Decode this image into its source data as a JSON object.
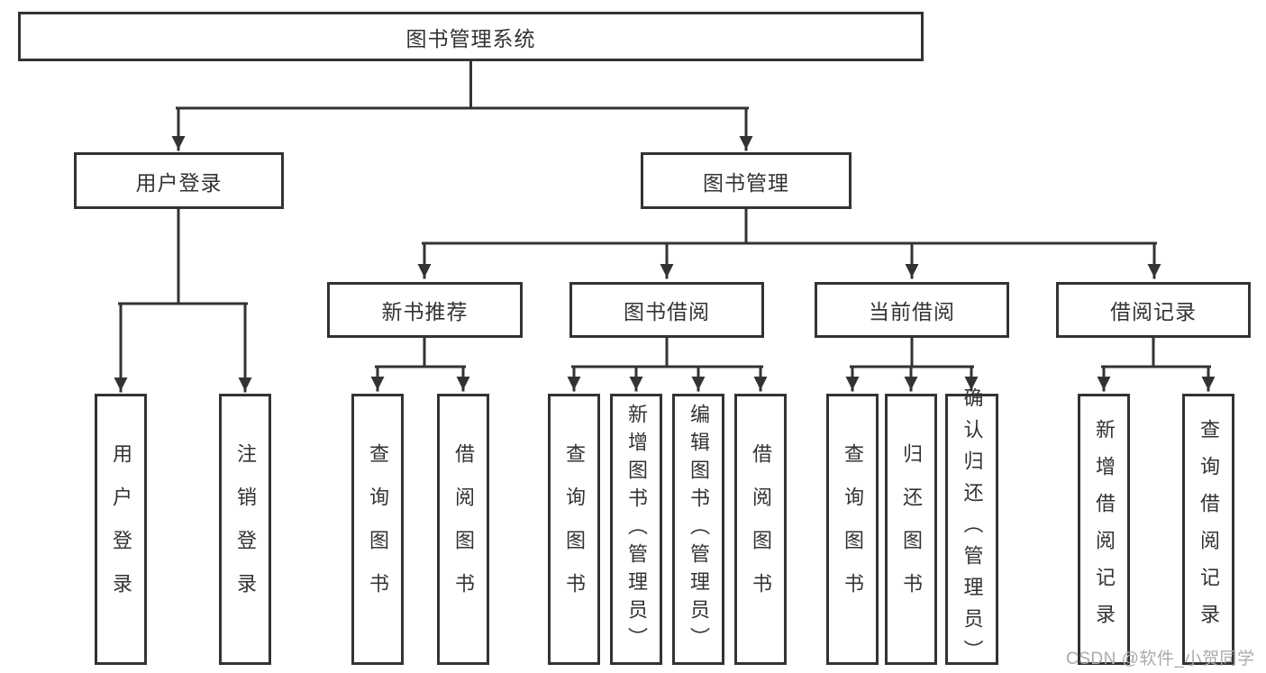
{
  "tree": {
    "root": "图书管理系统",
    "level2": [
      {
        "label": "用户登录",
        "children": [
          "用户登录",
          "注销登录"
        ]
      },
      {
        "label": "图书管理",
        "sections": [
          {
            "label": "新书推荐",
            "children": [
              "查询图书",
              "借阅图书"
            ]
          },
          {
            "label": "图书借阅",
            "children": [
              "查询图书",
              "新增图书（管理员）",
              "编辑图书（管理员）",
              "借阅图书"
            ]
          },
          {
            "label": "当前借阅",
            "children": [
              "查询图书",
              "归还图书",
              "确认归还（管理员）"
            ]
          },
          {
            "label": "借阅记录",
            "children": [
              "新增借阅记录",
              "查询借阅记录"
            ]
          }
        ]
      }
    ]
  },
  "watermark": "CSDN @软件_小贺同学",
  "colors": {
    "line": "#333333",
    "border": "#333333",
    "text": "#333333",
    "watermark": "#ababab",
    "background": "#ffffff"
  }
}
